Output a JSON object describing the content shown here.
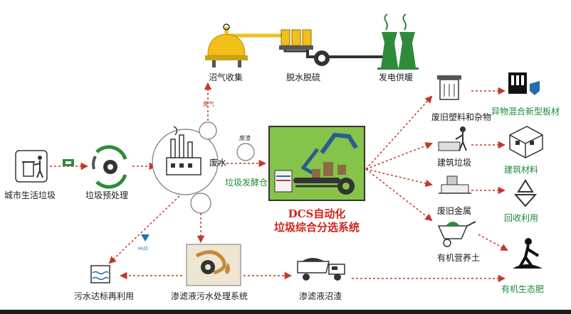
{
  "labels": {
    "biogas_collect": "沼气收集",
    "desulfurize": "脱水脱硫",
    "power_heat": "发电供暖",
    "urban_waste": "城市生活垃圾",
    "pretreat": "垃圾预处理",
    "waste_water": "废水",
    "biogas_small": "废气",
    "residue_small": "废渣",
    "ferment_bin": "垃圾发酵仓",
    "dcs_line1": "DCS自动化",
    "dcs_line2": "垃圾综合分选系统",
    "old_plastic": "废旧塑料和杂物",
    "construction_waste": "建筑垃圾",
    "old_metal": "废旧金属",
    "organic_soil": "有机营养土",
    "composite_board": "异物混合新型板材",
    "building_material": "建筑材料",
    "recycle": "回收利用",
    "eco_fertilizer": "有机生态肥",
    "sewage_reuse": "污水达标再利用",
    "leachate_system": "渗滤液污水处理系统",
    "leachate_residue": "渗滤液沼渣"
  },
  "colors": {
    "arrow_red": "#c0392b",
    "brand_green": "#2e8b3a",
    "label_green": "#1e8a3a",
    "dcs_red": "#d0231b",
    "biogas_yellow": "#f3c019"
  },
  "icons": {
    "trash_bin": "trash-bin-icon",
    "recycle_cycle": "recycle-cycle-icon",
    "factory": "factory-icon",
    "machine": "sorting-machine-icon",
    "tower": "cooling-tower-icon",
    "truck": "dump-truck-icon",
    "worker": "shovel-worker-icon"
  }
}
